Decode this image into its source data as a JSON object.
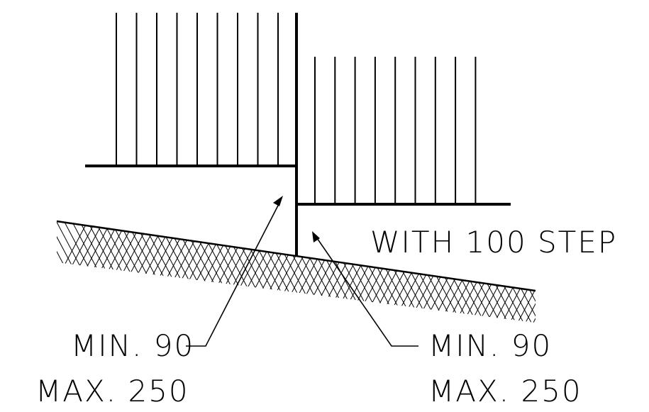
{
  "labels": {
    "step_note": "WITH 100 STEP",
    "left_min": "MIN. 90",
    "left_max": "MAX. 250",
    "right_min": "MIN. 90",
    "right_max": "MAX. 250"
  },
  "colors": {
    "line": "#000000",
    "background": "#ffffff"
  }
}
